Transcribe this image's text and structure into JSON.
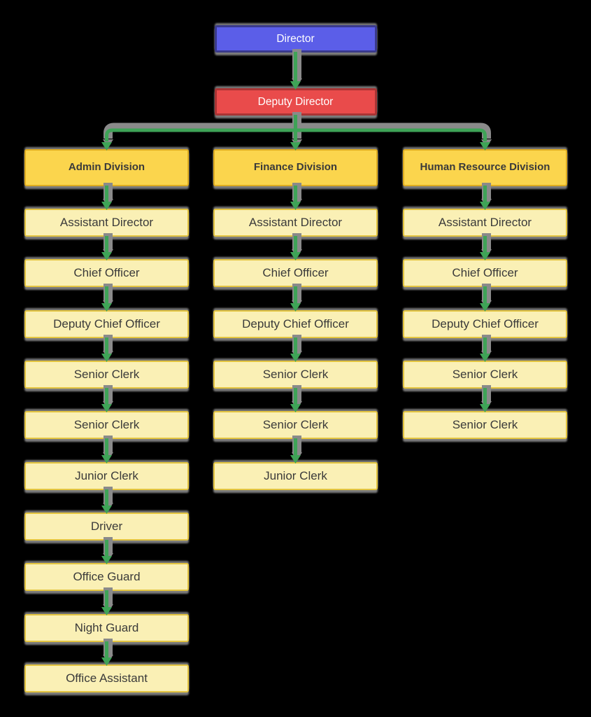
{
  "root": {
    "label": "Director"
  },
  "deputy": {
    "label": "Deputy Director"
  },
  "columns": [
    {
      "head": "Admin Division",
      "roles": [
        "Assistant Director",
        "Chief Officer",
        "Deputy Chief Officer",
        "Senior Clerk",
        "Senior Clerk",
        "Junior Clerk",
        "Driver",
        "Office Guard",
        "Night Guard",
        "Office Assistant"
      ]
    },
    {
      "head": "Finance Division",
      "roles": [
        "Assistant Director",
        "Chief Officer",
        "Deputy Chief Officer",
        "Senior Clerk",
        "Senior Clerk",
        "Junior Clerk"
      ]
    },
    {
      "head": "Human Resource Division",
      "roles": [
        "Assistant Director",
        "Chief Officer",
        "Deputy Chief Officer",
        "Senior Clerk",
        "Senior Clerk"
      ]
    }
  ],
  "colors": {
    "background": "#000000",
    "director_fill": "#5B5EE8",
    "director_border": "#3A3A8C",
    "deputy_fill": "#E94B4B",
    "deputy_border": "#A93434",
    "division_fill": "#FBD54D",
    "division_border": "#DFAC1F",
    "role_fill": "#FAF0B5",
    "role_border": "#E3C43F",
    "connector_green": "#3FA357",
    "shadow_gray": "#8A8A8A",
    "dark_text": "#3A3A3A",
    "light_text": "#FFFFFF"
  }
}
